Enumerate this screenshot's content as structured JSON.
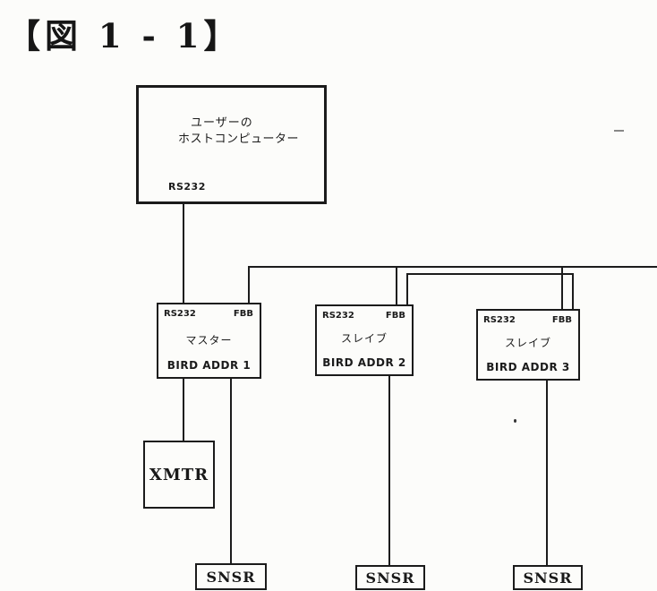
{
  "figure": {
    "title": "【図 1 - 1】"
  },
  "host": {
    "name_line1": "ユーザーの",
    "name_line2": "ホストコンピューター",
    "port_rs232": "RS232"
  },
  "master": {
    "port_rs232": "RS232",
    "port_fbb": "FBB",
    "name": "マスター",
    "addr": "BIRD ADDR 1"
  },
  "slave1": {
    "port_rs232": "RS232",
    "port_fbb": "FBB",
    "name": "スレイブ",
    "addr": "BIRD ADDR 2"
  },
  "slave2": {
    "port_rs232": "RS232",
    "port_fbb": "FBB",
    "name": "スレイブ",
    "addr": "BIRD ADDR 3"
  },
  "xmtr": {
    "label": "XMTR"
  },
  "sensors": {
    "snsr1": "SNSR",
    "snsr2": "SNSR",
    "snsr3": "SNSR"
  },
  "colors": {
    "ink": "#1b1b1b",
    "paper": "#fcfcfa"
  }
}
